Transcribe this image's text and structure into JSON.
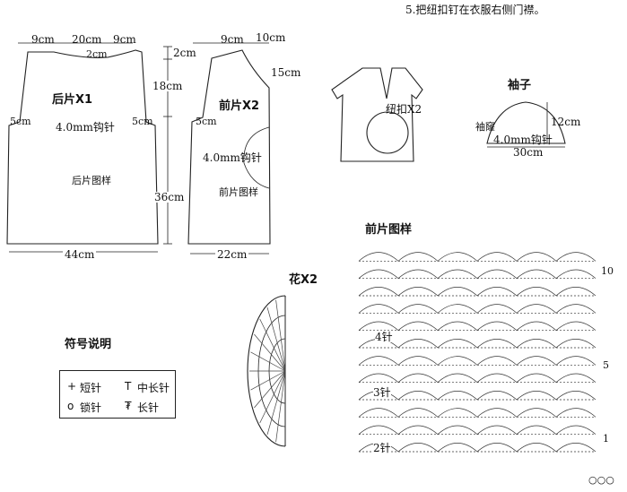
{
  "instruction": "5.把纽扣钉在衣服右侧门襟。",
  "back_piece": {
    "title": "后片X1",
    "needle": "4.0mm钩针",
    "pattern_label": "后片图样",
    "dims": {
      "shoulder_left": "9cm",
      "neck": "20cm",
      "shoulder_right": "9cm",
      "neck_drop": "2cm",
      "armhole_left": "5cm",
      "armhole_right": "5cm",
      "bottom": "44cm"
    }
  },
  "side_dims": {
    "top": "2cm",
    "armhole_depth": "18cm",
    "body_length": "36cm"
  },
  "front_piece": {
    "title": "前片X2",
    "needle": "4.0mm钩针",
    "pattern_label": "前片图样",
    "dims": {
      "shoulder": "9cm",
      "neck_width": "10cm",
      "neck_depth": "15cm",
      "armhole": "5cm",
      "bottom": "22cm"
    }
  },
  "assembly": {
    "button_label": "纽扣X2"
  },
  "sleeve": {
    "title": "袖子",
    "height": "12cm",
    "width": "30cm",
    "cap_label": "袖窿",
    "needle": "4.0mm钩针"
  },
  "flower": {
    "title": "花X2"
  },
  "legend": {
    "title": "符号说明",
    "items": [
      {
        "symbol": "+",
        "label": "短针"
      },
      {
        "symbol": "T",
        "label": "中长针"
      },
      {
        "symbol": "o",
        "label": "锁针"
      },
      {
        "symbol": "₮",
        "label": "长针"
      }
    ]
  },
  "chart": {
    "title": "前片图样",
    "row_labels": [
      "4针",
      "3针",
      "2针"
    ],
    "row_numbers": [
      "10",
      "5",
      "1"
    ]
  },
  "page_marker": "○○○"
}
